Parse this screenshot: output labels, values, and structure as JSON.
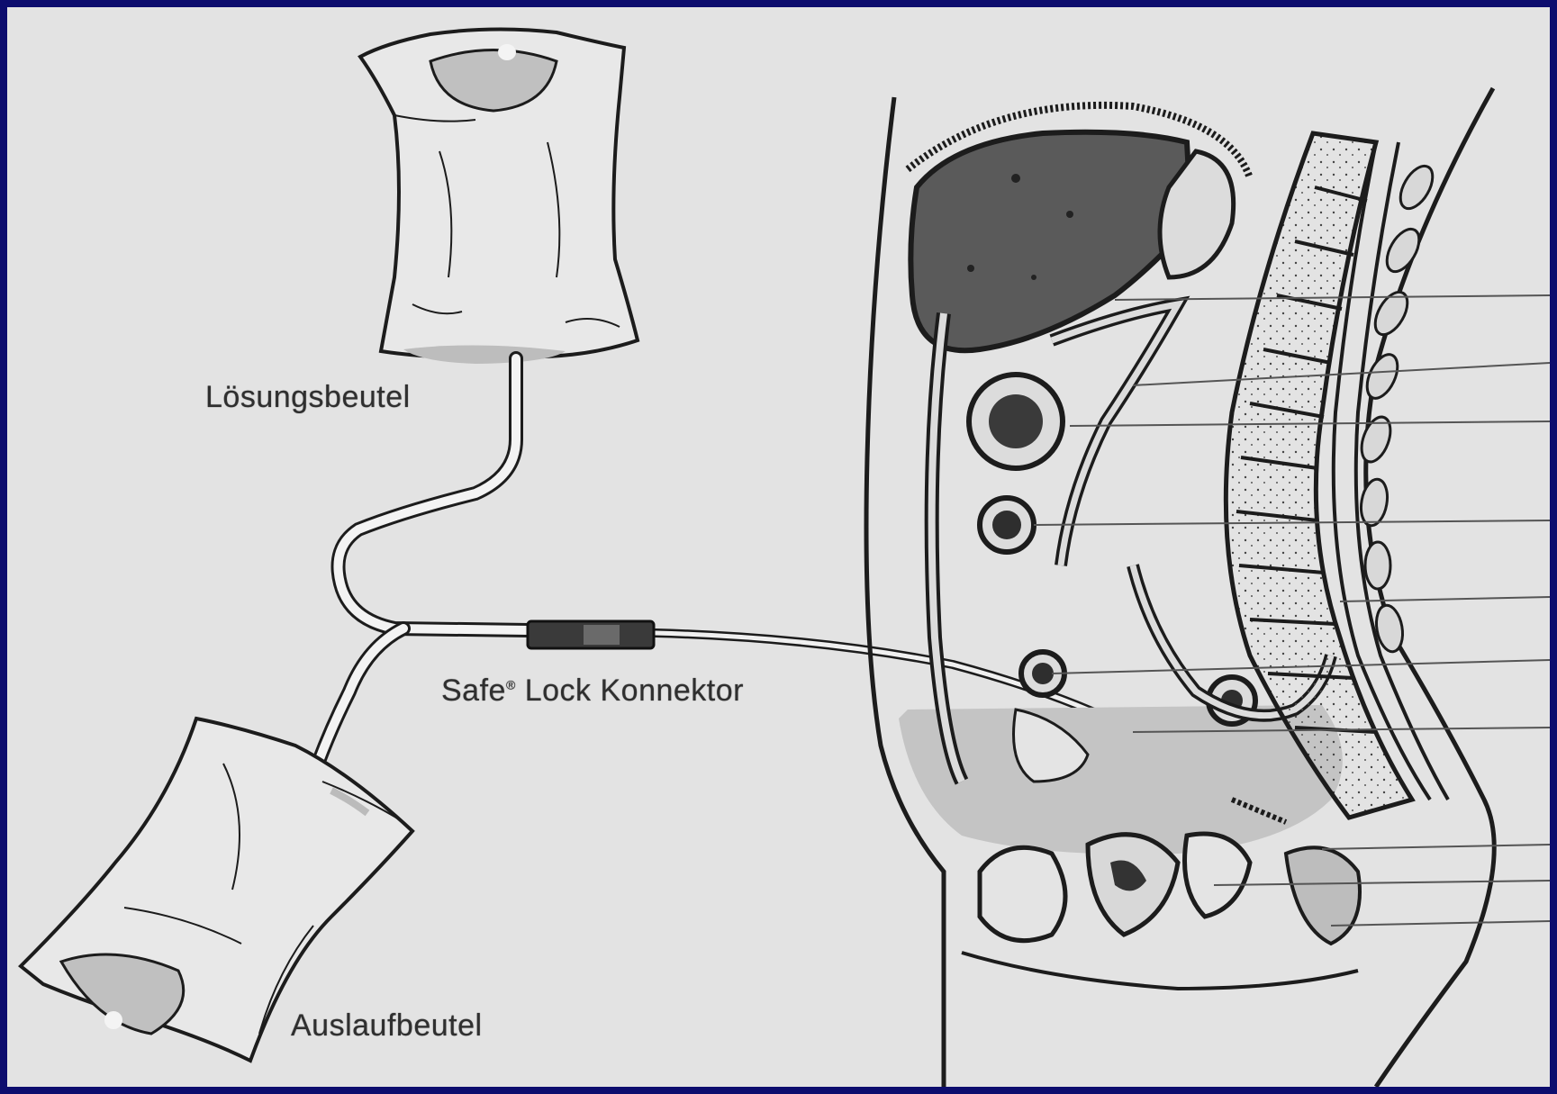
{
  "labels": {
    "solution_bag": "Lösungsbeutel",
    "connector_brand": "Safe",
    "connector_mark": "®",
    "connector_rest": " Lock Konnektor",
    "drain_bag": "Auslaufbeutel"
  },
  "colors": {
    "frame": "#0d0d6e",
    "background": "#e3e3e3",
    "line": "#1c1c1c",
    "organ_dark": "#5a5a5a",
    "fluid": "#c4c4c4",
    "bone": "#cfcfcf"
  },
  "icons": {
    "solution_bag": "iv-bag-icon",
    "drain_bag": "drain-bag-icon",
    "connector": "connector-icon"
  }
}
